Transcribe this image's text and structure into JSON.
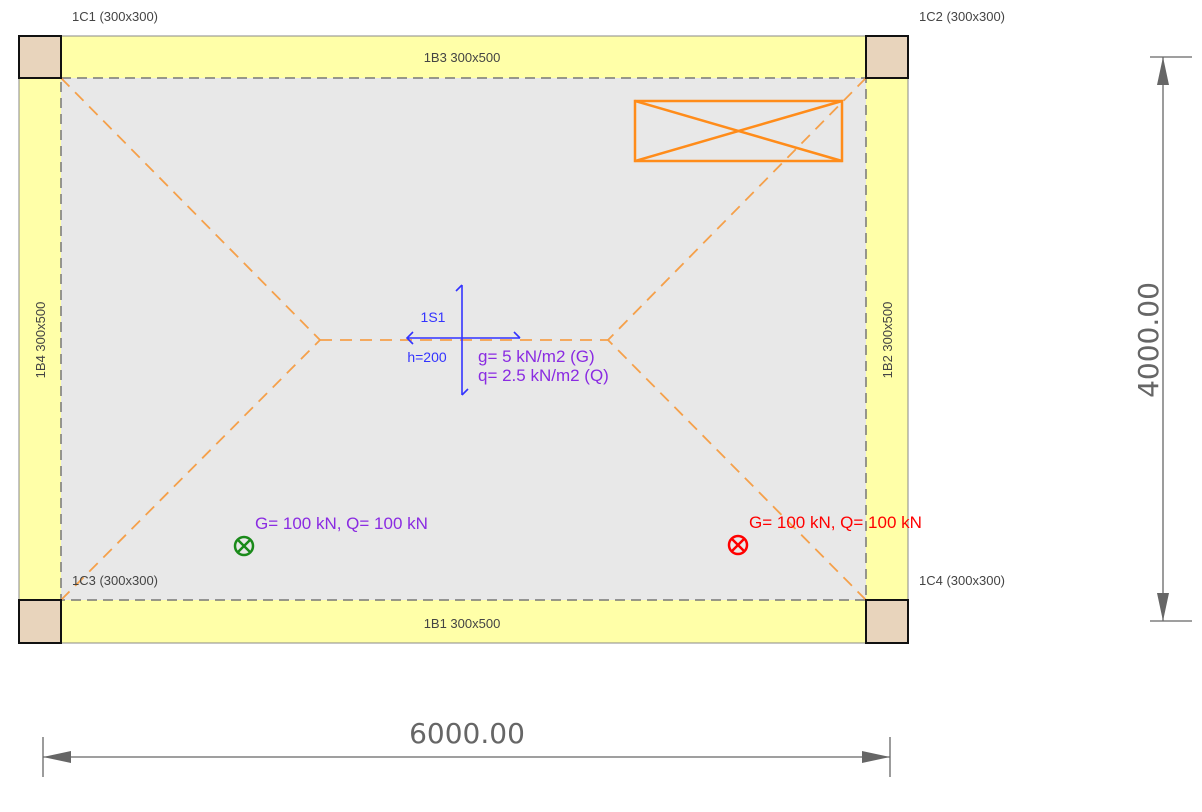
{
  "columns": [
    {
      "id": "1C1",
      "label": "1C1 (300x300)"
    },
    {
      "id": "1C2",
      "label": "1C2 (300x300)"
    },
    {
      "id": "1C3",
      "label": "1C3 (300x300)"
    },
    {
      "id": "1C4",
      "label": "1C4 (300x300)"
    }
  ],
  "beams": [
    {
      "id": "1B3",
      "label": "1B3 300x500"
    },
    {
      "id": "1B1",
      "label": "1B1 300x500"
    },
    {
      "id": "1B4",
      "label": "1B4 300x500"
    },
    {
      "id": "1B2",
      "label": "1B2 300x500"
    }
  ],
  "slab": {
    "id": "1S1",
    "thickness": "h=200",
    "load_g": "g= 5 kN/m2 (G)",
    "load_q": "q= 2.5 kN/m2 (Q)"
  },
  "point_loads": [
    {
      "label": "G= 100 kN, Q= 100 kN",
      "color": "#8a2be2",
      "symbol_color": "#1a8a1a"
    },
    {
      "label": "G= 100 kN, Q= 100 kN",
      "color": "#ff0000",
      "symbol_color": "#ff0000"
    }
  ],
  "dimensions": {
    "width": "6000.00",
    "height": "4000.00"
  },
  "colors": {
    "beam": "#ffffa8",
    "column": "#e8d4bc",
    "slab": "#e8e8e8",
    "yield_line": "#f5a04a",
    "opening": "#ff8c1a",
    "slab_symbol": "#3333ff"
  }
}
